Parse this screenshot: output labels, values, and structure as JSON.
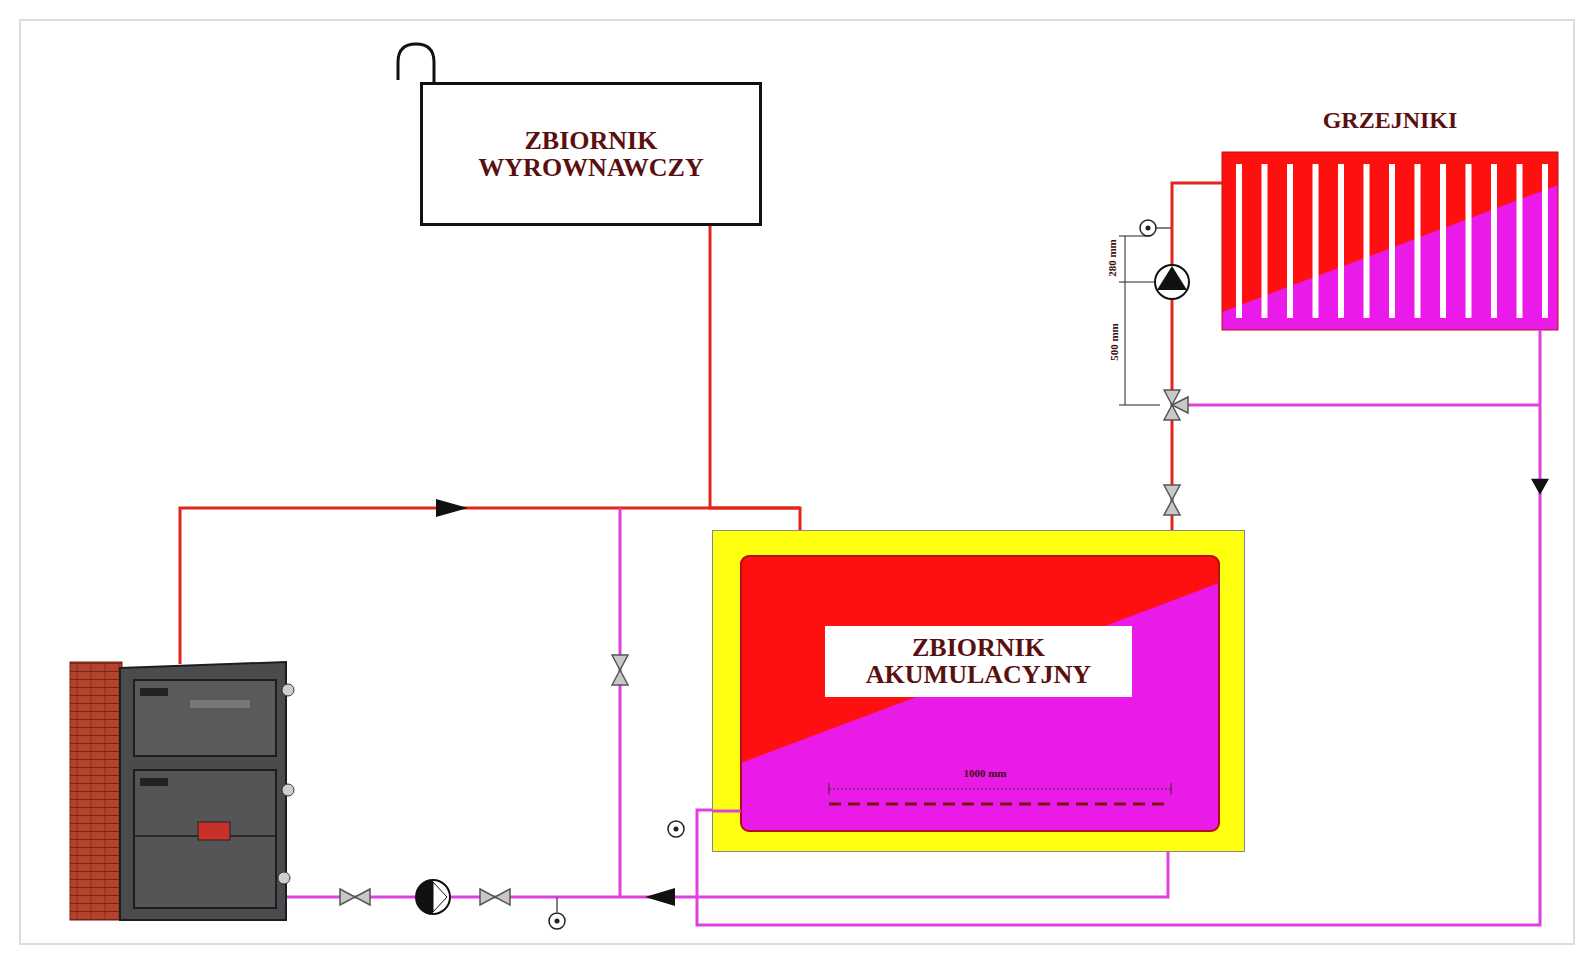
{
  "diagram": {
    "nodes": [
      {
        "text": [
          "ZBIORNIK WYROWNAWCZY"
        ]
      },
      {
        "text": [
          "GRZEJNIKI"
        ]
      },
      {
        "text": [
          "ZBIORNIK AKUMULACYJNY"
        ]
      }
    ],
    "edges": [
      {
        "from": 0,
        "to": 2,
        "arrow": "none"
      },
      {
        "from": 2,
        "to": 1,
        "arrow": "none"
      },
      {
        "from": 1,
        "to": 2,
        "arrow": "to"
      }
    ],
    "labels": [
      "280 mm",
      "500 mm",
      "1000 mm"
    ]
  }
}
